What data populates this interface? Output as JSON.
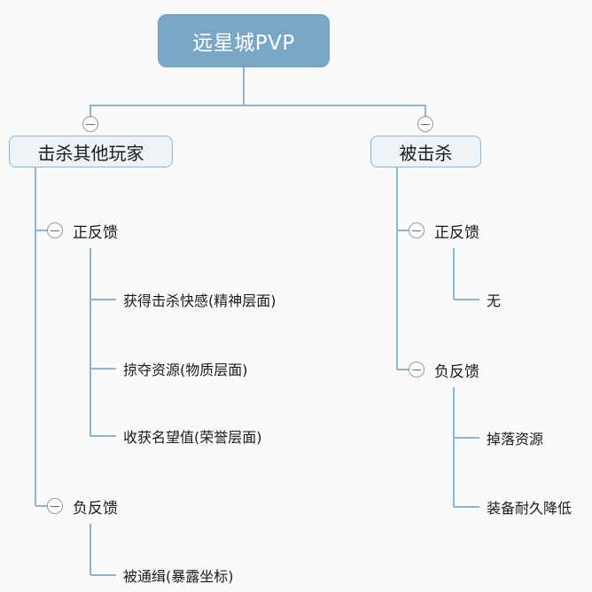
{
  "diagram": {
    "title": "远星城PVP",
    "type": "mind-map",
    "line_color": "#8FB4D1",
    "root_fill": "#7BA7C7",
    "root_text_color": "#FFFFFF",
    "branch_fill": "#EEF3F8",
    "branch_border": "#8FB4D1",
    "background": "#FAFAFA",
    "toggle_icon": "minus-circle"
  },
  "root": {
    "label": "远星城PVP"
  },
  "branches": [
    {
      "id": "kill-others",
      "label": "击杀其他玩家",
      "collapsed": false,
      "groups": [
        {
          "id": "kill-positive",
          "label": "正反馈",
          "collapsed": false,
          "items": [
            {
              "label": "获得击杀快感(精神层面)"
            },
            {
              "label": "掠夺资源(物质层面)"
            },
            {
              "label": "收获名望值(荣誉层面)"
            }
          ]
        },
        {
          "id": "kill-negative",
          "label": "负反馈",
          "collapsed": false,
          "items": [
            {
              "label": "被通缉(暴露坐标)"
            }
          ]
        }
      ]
    },
    {
      "id": "be-killed",
      "label": "被击杀",
      "collapsed": false,
      "groups": [
        {
          "id": "death-positive",
          "label": "正反馈",
          "collapsed": false,
          "items": [
            {
              "label": "无"
            }
          ]
        },
        {
          "id": "death-negative",
          "label": "负反馈",
          "collapsed": false,
          "items": [
            {
              "label": "掉落资源"
            },
            {
              "label": "装备耐久降低"
            }
          ]
        }
      ]
    }
  ]
}
